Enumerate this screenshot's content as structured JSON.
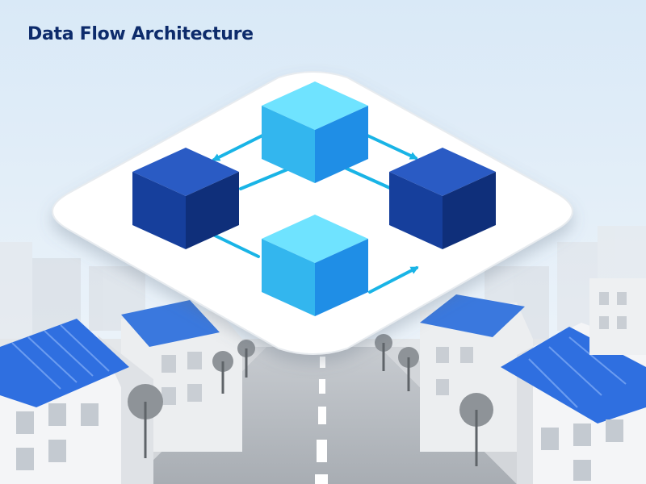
{
  "title": "Data Flow Architecture",
  "colors": {
    "title": "#0d2b6b",
    "sky_top": "#d9e9f7",
    "sky_bottom": "#f2f6fa",
    "platform": "#ffffff",
    "node_dark": "#163f9c",
    "node_light": "#1ec3f0",
    "arrow": "#19b4e6",
    "roof": "#2f6fe0",
    "road": "#9aa0a6"
  },
  "diagram": {
    "nodes": [
      {
        "id": "top",
        "shade": "light",
        "icon": "cube-icon"
      },
      {
        "id": "left",
        "shade": "dark",
        "icon": "cube-icon"
      },
      {
        "id": "right",
        "shade": "dark",
        "icon": "cube-icon"
      },
      {
        "id": "bottom",
        "shade": "light",
        "icon": "cube-icon"
      }
    ],
    "edges": [
      {
        "from": "top",
        "to": "left",
        "directed": true
      },
      {
        "from": "top",
        "to": "right",
        "directed": true
      },
      {
        "from": "left",
        "to": "top",
        "directed": false
      },
      {
        "from": "left",
        "to": "bottom",
        "directed": false
      },
      {
        "from": "bottom",
        "to": "right",
        "directed": true
      },
      {
        "from": "right",
        "to": "top",
        "directed": false
      }
    ]
  }
}
